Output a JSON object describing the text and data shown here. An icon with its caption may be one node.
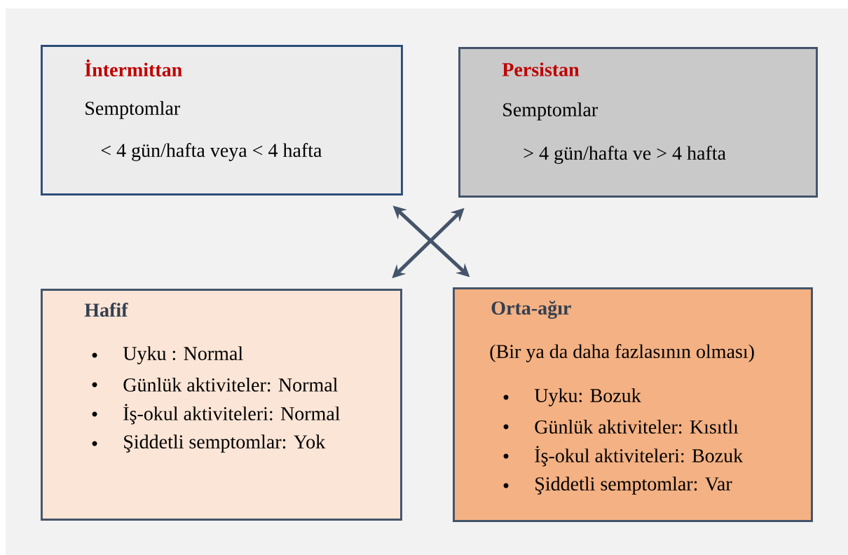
{
  "diagram": {
    "nodes": [
      {
        "text": [
          "İntermittan",
          "Semptomlar",
          "< 4 gün/hafta veya < 4 hafta"
        ]
      },
      {
        "text": [
          "Persistan",
          "Semptomlar",
          "> 4 gün/hafta ve > 4 hafta"
        ]
      },
      {
        "text": [
          "Hafif",
          "Uyku : Normal",
          "Günlük aktiviteler: Normal",
          "İş-okul aktiviteleri: Normal",
          "Şiddetli semptomlar: Yok"
        ]
      },
      {
        "text": [
          "Orta-ağır",
          "(Bir ya da daha fazlasının olması)",
          "Uyku: Bozuk",
          "Günlük aktiviteler: Kısıtlı",
          "İş-okul aktiviteleri: Bozuk",
          "Şiddetli semptomlar: Var"
        ]
      }
    ],
    "edges": [
      {
        "from": 0,
        "to": 3,
        "arrow": "both"
      },
      {
        "from": 1,
        "to": 2,
        "arrow": "both"
      }
    ]
  }
}
